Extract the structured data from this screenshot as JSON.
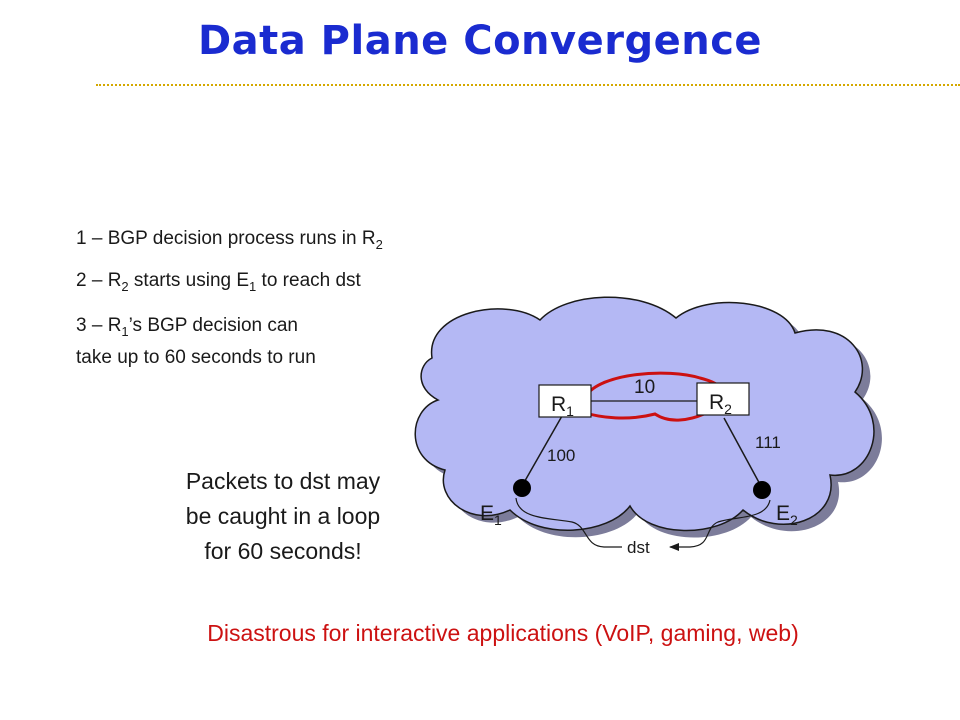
{
  "title": "Data Plane Convergence",
  "steps": [
    {
      "prefix": "1 – BGP decision process runs in R",
      "sub": "2",
      "suffix": ""
    },
    {
      "prefix": "2 – R",
      "sub": "2",
      "mid": " starts using E",
      "sub2": "1",
      "suffix": " to reach dst"
    },
    {
      "line1_prefix": "3 – R",
      "line1_sub": "1",
      "line1_suffix": "’s BGP decision can",
      "line2": "take up to 60 seconds to run"
    }
  ],
  "diagram": {
    "routers": [
      {
        "label": "R",
        "sub": "1"
      },
      {
        "label": "R",
        "sub": "2"
      }
    ],
    "edges": [
      {
        "label": "E",
        "sub": "1"
      },
      {
        "label": "E",
        "sub": "2"
      }
    ],
    "link_weights": {
      "r1_r2": "10",
      "r1_e1": "100",
      "r2_e2": "111"
    },
    "destination": "dst",
    "colors": {
      "cloud_fill": "#b4b8f4",
      "cloud_stroke": "#1a1a1a",
      "loop": "#cc1111",
      "title": "#1a2bd0"
    }
  },
  "loop_note": {
    "line1": "Packets to dst may",
    "line2": "be caught in a loop",
    "line3": "for 60 seconds!"
  },
  "bottom_note": "Disastrous for interactive applications (VoIP, gaming, web)"
}
